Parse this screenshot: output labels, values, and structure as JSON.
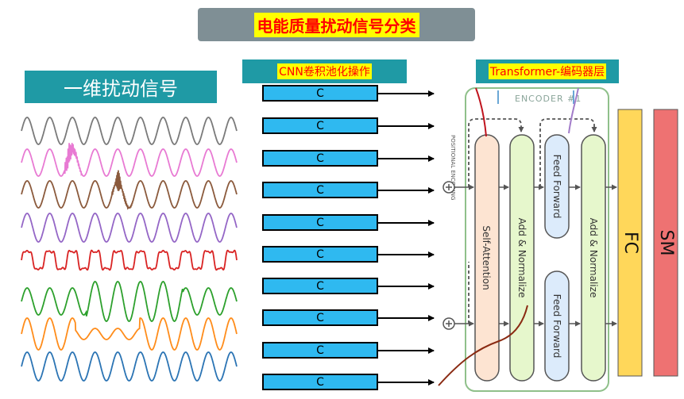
{
  "title": "电能质量扰动信号分类",
  "signal_label": "一维扰动信号",
  "cnn_label": "CNN卷积池化操作",
  "transformer_label": "Transformer-编码器层",
  "conv_block_label": "C",
  "encoder_label": "ENCODER #1",
  "positional_encoding_label": "POSITIONAL ENCODING",
  "self_attention_label": "Self-Attention",
  "add_normalize_label": "Add & Normalize",
  "feed_forward_label": "Feed Forward",
  "fc_label": "FC",
  "sm_label": "SM",
  "colors": {
    "title_bg": "#7f8f95",
    "label_bg": "#1f9aa5",
    "highlight": "#ffff00",
    "highlight_text": "#ff0000",
    "conv_block": "#2fb9f0",
    "self_attention": "#fde4d2",
    "add_normalize": "#e6f7cc",
    "feed_forward": "#dcebfb",
    "fc": "#ffd75a",
    "sm": "#ee7272",
    "encoder_border": "#8fc08a"
  },
  "waveforms": [
    {
      "color": "#7a7a7a",
      "disturbance": "pure"
    },
    {
      "color": "#e87ad3",
      "disturbance": "impulse"
    },
    {
      "color": "#8b5a3c",
      "disturbance": "transient"
    },
    {
      "color": "#9466c6",
      "disturbance": "pure"
    },
    {
      "color": "#d92323",
      "disturbance": "harmonic"
    },
    {
      "color": "#2ca02c",
      "disturbance": "swell"
    },
    {
      "color": "#ff8c1a",
      "disturbance": "interruption"
    },
    {
      "color": "#2b74b4",
      "disturbance": "pure"
    }
  ]
}
